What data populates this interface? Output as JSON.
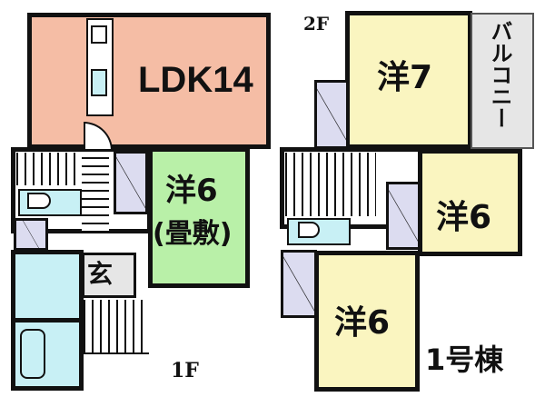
{
  "floors": {
    "first": {
      "label": "1F",
      "rooms": [
        {
          "id": "ldk",
          "label": "LDK14",
          "color": "#f5bda5"
        },
        {
          "id": "western6-tatami",
          "label": "洋6",
          "sublabel": "(畳敷)",
          "color": "#b9f0a8"
        },
        {
          "id": "entrance",
          "label": "玄",
          "color": "#e6e6e6"
        },
        {
          "id": "toilet",
          "label": "",
          "color": "#c8f0f5"
        },
        {
          "id": "washroom",
          "label": "",
          "color": "#c8f0f5"
        },
        {
          "id": "bathroom",
          "label": "",
          "color": "#c8f0f5"
        }
      ]
    },
    "second": {
      "label": "2F",
      "rooms": [
        {
          "id": "western7",
          "label": "洋7",
          "color": "#faf5c0"
        },
        {
          "id": "balcony",
          "label": "バルコニー",
          "color": "#e6e6e6"
        },
        {
          "id": "western6-a",
          "label": "洋6",
          "color": "#faf5c0"
        },
        {
          "id": "western6-b",
          "label": "洋6",
          "color": "#faf5c0"
        },
        {
          "id": "toilet2",
          "label": "",
          "color": "#c8f0f5"
        }
      ]
    }
  },
  "building_label": "1号棟",
  "colors": {
    "wall": "#111111",
    "closet": "#dcdcf0"
  }
}
